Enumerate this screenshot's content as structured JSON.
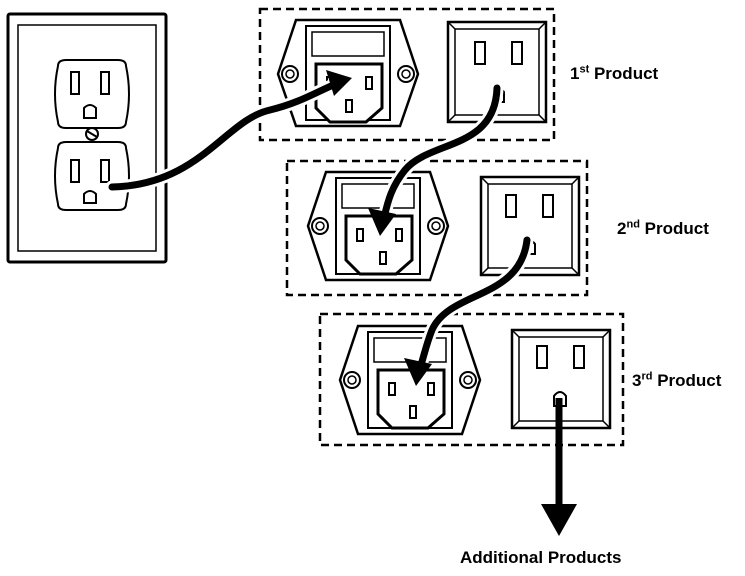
{
  "labels": {
    "product1": {
      "num": "1",
      "suffix": "st",
      "text": " Product"
    },
    "product2": {
      "num": "2",
      "suffix": "nd",
      "text": " Product"
    },
    "product3": {
      "num": "3",
      "suffix": "rd",
      "text": " Product"
    },
    "additional": "Additional Products"
  },
  "colors": {
    "line": "#000000",
    "background": "#ffffff",
    "plate": "#f4f4f4"
  }
}
